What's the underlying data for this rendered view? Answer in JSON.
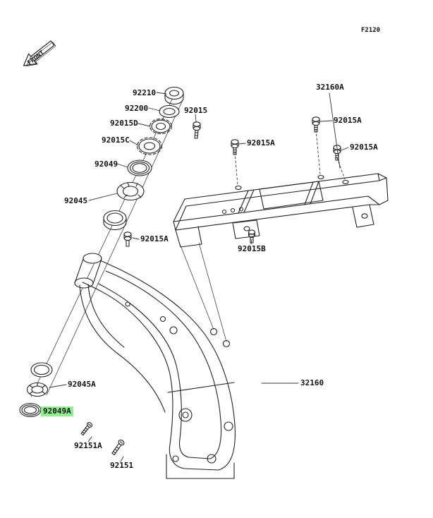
{
  "figure": {
    "code": "F2120",
    "direction_label": "FRONT"
  },
  "parts": {
    "92210": "92210",
    "92200": "92200",
    "92015": "92015",
    "92015D": "92015D",
    "92015C": "92015C",
    "92049": "92049",
    "92045": "92045",
    "32160A": "32160A",
    "92015A": "92015A",
    "92015B": "92015B",
    "32160": "32160",
    "92045A": "92045A",
    "92049A": "92049A",
    "92151A": "92151A",
    "92151": "92151"
  },
  "highlight": {
    "selected_part": "92049A",
    "color": "#8df08d"
  },
  "icons": {
    "front_arrow": "front-direction-arrow"
  }
}
